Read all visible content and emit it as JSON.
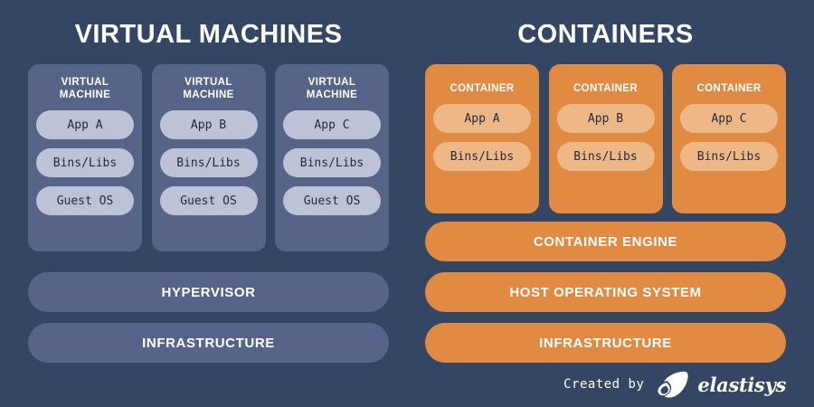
{
  "background_color": "#334765",
  "palette": {
    "vm_card": "#566488",
    "vm_pill": "#bcc3d6",
    "vm_bar": "#56648a",
    "container_card": "#e08a42",
    "container_pill": "#eeb786",
    "container_bar": "#e08a42",
    "title_text": "#ffffff",
    "pill_text": "#222b3d"
  },
  "left": {
    "title": "VIRTUAL MACHINES",
    "cards": [
      {
        "label": "VIRTUAL\nMACHINE",
        "label_line1": "VIRTUAL",
        "label_line2": "MACHINE",
        "pills": [
          "App A",
          "Bins/Libs",
          "Guest OS"
        ]
      },
      {
        "label": "VIRTUAL\nMACHINE",
        "label_line1": "VIRTUAL",
        "label_line2": "MACHINE",
        "pills": [
          "App B",
          "Bins/Libs",
          "Guest OS"
        ]
      },
      {
        "label": "VIRTUAL\nMACHINE",
        "label_line1": "VIRTUAL",
        "label_line2": "MACHINE",
        "pills": [
          "App C",
          "Bins/Libs",
          "Guest OS"
        ]
      }
    ],
    "bars": [
      "HYPERVISOR",
      "INFRASTRUCTURE"
    ]
  },
  "right": {
    "title": "CONTAINERS",
    "cards": [
      {
        "label_line1": "CONTAINER",
        "pills": [
          "App A",
          "Bins/Libs"
        ]
      },
      {
        "label_line1": "CONTAINER",
        "pills": [
          "App B",
          "Bins/Libs"
        ]
      },
      {
        "label_line1": "CONTAINER",
        "pills": [
          "App C",
          "Bins/Libs"
        ]
      }
    ],
    "bars": [
      "CONTAINER ENGINE",
      "HOST OPERATING SYSTEM",
      "INFRASTRUCTURE"
    ]
  },
  "credit": {
    "text": "Created by",
    "brand_name": "elastisys",
    "brand_mark": "elastisys-wave-logo"
  }
}
